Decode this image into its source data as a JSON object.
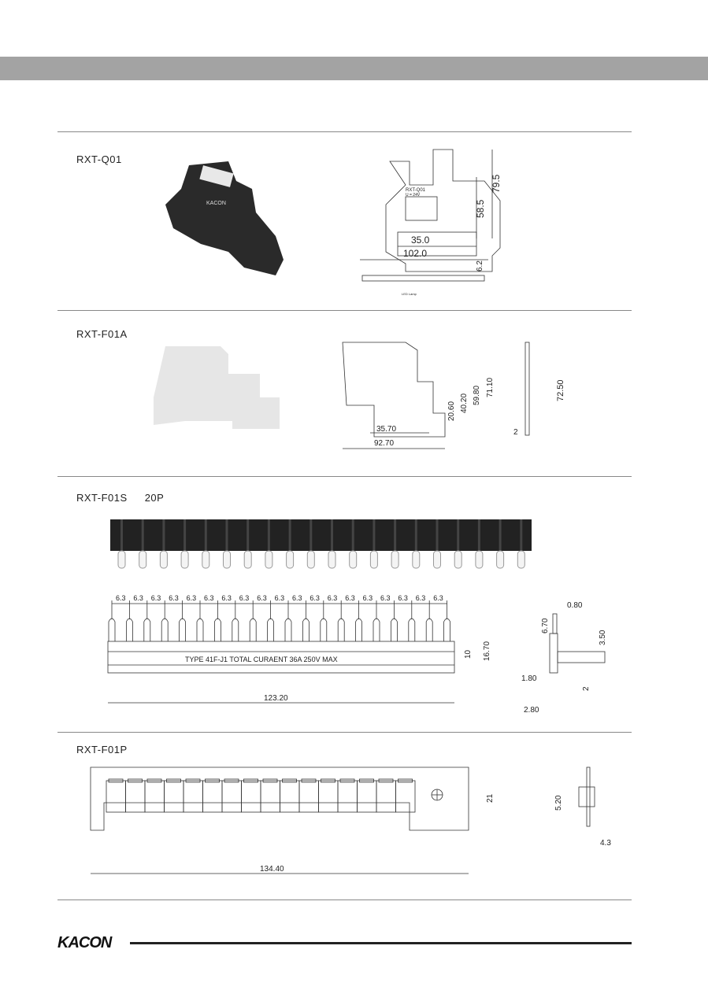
{
  "sections": [
    {
      "title": "RXT-Q01",
      "dims": [
        "79.5",
        "58.5",
        "35.0",
        "102.0",
        "6.2"
      ],
      "labels": {
        "brand": "KACON",
        "model": "RXT-Q01",
        "voltage": "U = 24V",
        "led": "LED Lamp"
      }
    },
    {
      "title": "RXT-F01A",
      "dims": [
        "71.10",
        "59.80",
        "40.20",
        "20.60",
        "35.70",
        "92.70",
        "72.50",
        "2"
      ]
    },
    {
      "title": "RXT-F01S",
      "subtitle": "20P",
      "pitch": "6.3",
      "pitch_count": 19,
      "pin_count": 20,
      "marking": "TYPE 41F-J1  TOTAL CURAENT 36A 250V MAX",
      "dims": [
        "16.70",
        "10",
        "123.20"
      ],
      "side_dims": [
        "0.80",
        "6.70",
        "3.50",
        "1.80",
        "2",
        "2.80"
      ]
    },
    {
      "title": "RXT-F01P",
      "dims": [
        "21",
        "134.40"
      ],
      "side_dims": [
        "5.20",
        "4.3"
      ]
    }
  ],
  "footer": {
    "logo": "KACON"
  }
}
